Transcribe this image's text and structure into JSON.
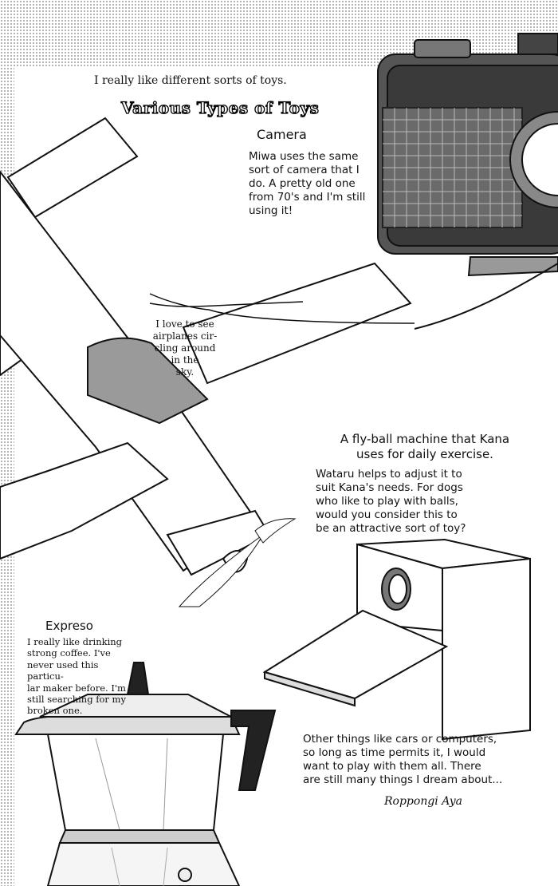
{
  "intro": "I really like different sorts of toys.",
  "title": "Various Types of Toys",
  "camera": {
    "heading": "Camera",
    "text": "Miwa uses the same\nsort of camera that I\ndo. A pretty old one\nfrom 70's and I'm still\nusing it!"
  },
  "airplane": {
    "text": "I love to see\nairplanes cir-\ncling around\nin the\nsky."
  },
  "flyball": {
    "heading": "A fly-ball machine that Kana\nuses for daily exercise.",
    "text": "Wataru helps to adjust it to\nsuit Kana's needs. For dogs\nwho like to play with balls,\nwould you consider this to\nbe an attractive sort of toy?"
  },
  "espresso": {
    "heading": "Expreso",
    "text": "I really like drinking\nstrong coffee. I've\nnever used this particu-\nlar maker before. I'm\nstill searching for my\nbroken one."
  },
  "closing": {
    "text": "Other things like cars or computers,\nso long as time permits it, I would\nwant to play with them all. There\nare still many things I dream about...",
    "signature": "Roppongi Aya"
  }
}
